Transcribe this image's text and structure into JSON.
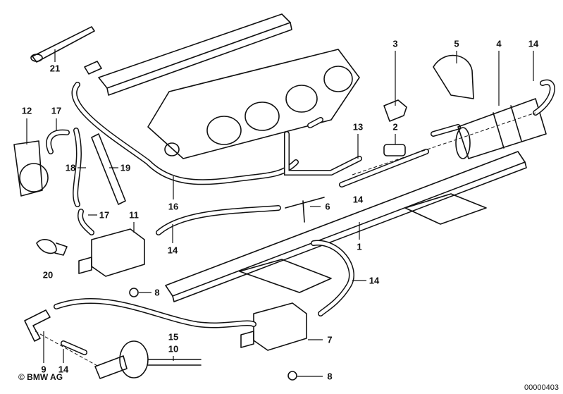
{
  "callouts": [
    {
      "id": "c21",
      "text": "21"
    },
    {
      "id": "c12",
      "text": "12"
    },
    {
      "id": "c17a",
      "text": "17"
    },
    {
      "id": "c18",
      "text": "18"
    },
    {
      "id": "c19",
      "text": "19"
    },
    {
      "id": "c17b",
      "text": "17"
    },
    {
      "id": "c11",
      "text": "11"
    },
    {
      "id": "c14a",
      "text": "14"
    },
    {
      "id": "c20",
      "text": "20"
    },
    {
      "id": "c8a",
      "text": "8"
    },
    {
      "id": "c16",
      "text": "16"
    },
    {
      "id": "c3",
      "text": "3"
    },
    {
      "id": "c5",
      "text": "5"
    },
    {
      "id": "c4",
      "text": "4"
    },
    {
      "id": "c14b",
      "text": "14"
    },
    {
      "id": "c13",
      "text": "13"
    },
    {
      "id": "c2",
      "text": "2"
    },
    {
      "id": "c14c",
      "text": "14"
    },
    {
      "id": "c6",
      "text": "6"
    },
    {
      "id": "c1",
      "text": "1"
    },
    {
      "id": "c14d",
      "text": "14"
    },
    {
      "id": "c7",
      "text": "7"
    },
    {
      "id": "c8b",
      "text": "8"
    },
    {
      "id": "c15",
      "text": "15"
    },
    {
      "id": "c10",
      "text": "10"
    },
    {
      "id": "c9",
      "text": "9"
    },
    {
      "id": "c14e",
      "text": "14"
    }
  ],
  "copyright": "© BMW AG",
  "document_number": "00000403"
}
